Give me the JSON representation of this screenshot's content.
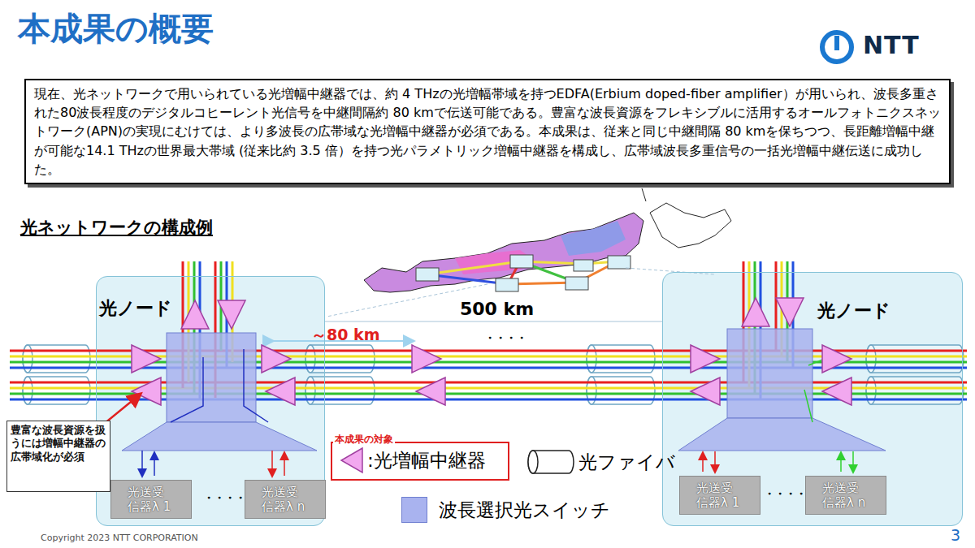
{
  "diagram": {
    "title": "本成果の概要",
    "nodes": [
      {
        "text": [
          "現在、光ネットワークで用いられている光増幅中継器では、約 4 THzの光増幅帯域を持つEDFA(Erbium doped-fiber amplifier）が用いられ、波長多重された80波長程度のデジタルコヒーレント光信号を中継間隔約 80 kmで伝送可能である。豊富な波長資源をフレキシブルに活用するオールフォトニクスネットワーク(APN)の実現にむけては、より多波長の広帯域な光増幅中継器が必須である。本成果は、従来と同じ中継間隔 80 kmを保ちつつ、長距離増幅中継が可能な14.1 THzの世界最大帯域 (従来比約 3.5 倍）を持つ光パラメトリック増幅中継器を構成し、広帯域波長多重信号の一括光増幅中継伝送に成功した。"
        ]
      },
      {
        "text": [
          "光ノード"
        ]
      },
      {
        "text": [
          "光送受信器λ 1"
        ],
        "in": 1
      },
      {
        "text": [
          "光送受信器λ n"
        ],
        "in": 1
      },
      {
        "text": [
          "豊富な波長資源を扱うには増幅中継器の広帯域化が必須"
        ]
      },
      {
        "text": [
          "光ノード"
        ]
      },
      {
        "text": [
          "光送受信器λ 1"
        ],
        "in": 5
      },
      {
        "text": [
          "光送受信器λ n"
        ],
        "in": 5
      }
    ],
    "labels": [
      "NTT",
      "光ネットワークの構成例",
      "500 km",
      "～80 km",
      "・・・・",
      "・・・・",
      "・・・・",
      "本成果の対象",
      "Copyright 2023 NTT CORPORATION",
      "3"
    ],
    "legend": [
      {
        "text": ":光増幅中継器"
      },
      {
        "text": "光ファイバ"
      },
      {
        "text": "波長選択光スイッチ",
        "color": "#a9b3ef"
      }
    ]
  }
}
